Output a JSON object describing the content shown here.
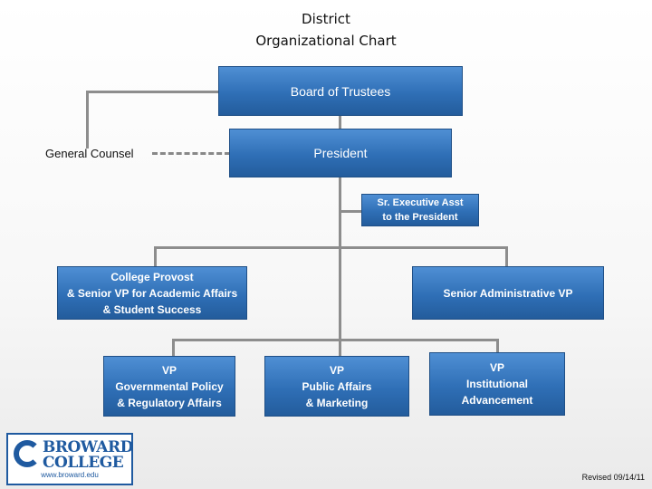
{
  "title": {
    "line1": "District",
    "line2": "Organizational Chart"
  },
  "nodes": {
    "board": "Board of Trustees",
    "president": "President",
    "general_counsel": "General Counsel",
    "exec_asst": "Sr. Executive Asst\nto the President",
    "provost": "College Provost\n& Senior VP for Academic Affairs\n& Student Success",
    "senior_admin_vp": "Senior  Administrative VP",
    "vp_gov": "VP\nGovernmental Policy\n& Regulatory Affairs",
    "vp_public": "VP\nPublic Affairs\n& Marketing",
    "vp_inst": "VP\nInstitutional\nAdvancement"
  },
  "logo": {
    "line1": "BROWARD",
    "line2": "COLLEGE",
    "url": "www.broward.edu"
  },
  "revised": "Revised 09/14/11"
}
